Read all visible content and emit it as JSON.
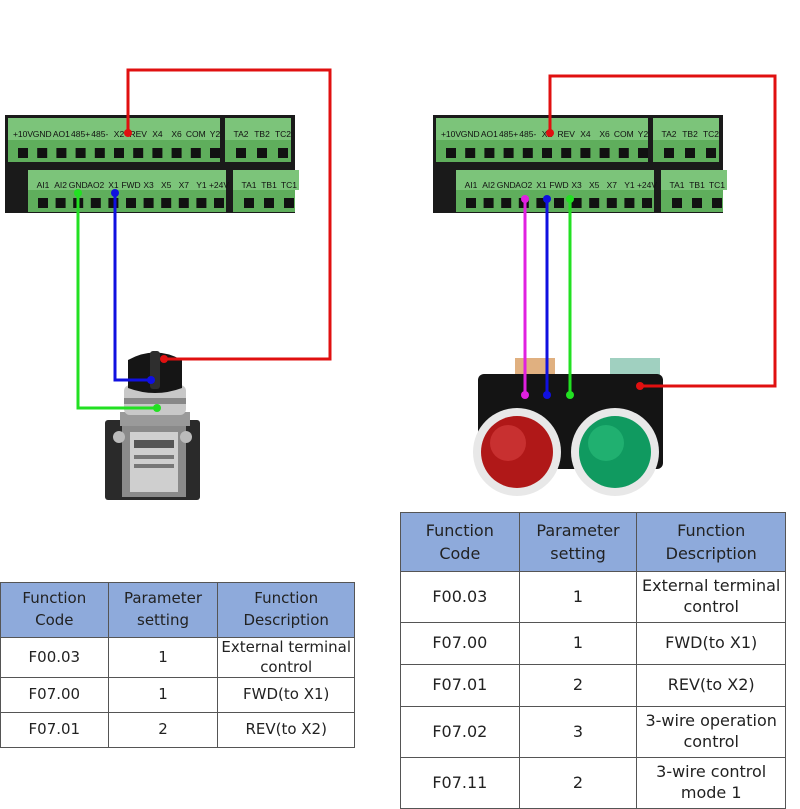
{
  "colors": {
    "red_wire": "#e01010",
    "blue_wire": "#1010e0",
    "green_wire": "#22e022",
    "magenta_wire": "#e020e0",
    "terminal_green": "#7cc47a",
    "terminal_bg": "#1a1a1a",
    "table_header": "#8eaadb"
  },
  "left_terminal": {
    "top_row": [
      "+10V",
      "GND",
      "AO1",
      "485+",
      "485-",
      "X2",
      "REV",
      "X4",
      "X6",
      "COM",
      "Y2"
    ],
    "top_relay": [
      "TA2",
      "TB2",
      "TC2"
    ],
    "bottom_row": [
      "AI1",
      "AI2",
      "GND",
      "AO2",
      "X1",
      "FWD",
      "X3",
      "X5",
      "X7",
      "Y1",
      "+24V"
    ],
    "bottom_relay": [
      "TA1",
      "TB1",
      "TC1"
    ]
  },
  "right_terminal": {
    "top_row": [
      "+10V",
      "GND",
      "AO1",
      "485+",
      "485-",
      "X2",
      "REV",
      "X4",
      "X6",
      "COM",
      "Y2"
    ],
    "top_relay": [
      "TA2",
      "TB2",
      "TC2"
    ],
    "bottom_row": [
      "AI1",
      "AI2",
      "GND",
      "AO2",
      "X1",
      "FWD",
      "X3",
      "X5",
      "X7",
      "Y1",
      "+24V"
    ],
    "bottom_relay": [
      "TA1",
      "TB1",
      "TC1"
    ]
  },
  "left_table": {
    "headers": [
      "Function\nCode",
      "Parameter\nsetting",
      "Function\nDescription"
    ],
    "rows": [
      [
        "F00.03",
        "1",
        "External terminal control"
      ],
      [
        "F07.00",
        "1",
        "FWD(to X1)"
      ],
      [
        "F07.01",
        "2",
        "REV(to X2)"
      ]
    ]
  },
  "right_table": {
    "headers": [
      "Function\nCode",
      "Parameter\nsetting",
      "Function\nDescription"
    ],
    "rows": [
      [
        "F00.03",
        "1",
        "External terminal control"
      ],
      [
        "F07.00",
        "1",
        "FWD(to X1)"
      ],
      [
        "F07.01",
        "2",
        "REV(to X2)"
      ],
      [
        "F07.02",
        "3",
        "3-wire operation control"
      ],
      [
        "F07.11",
        "2",
        "3-wire control mode 1"
      ]
    ]
  }
}
